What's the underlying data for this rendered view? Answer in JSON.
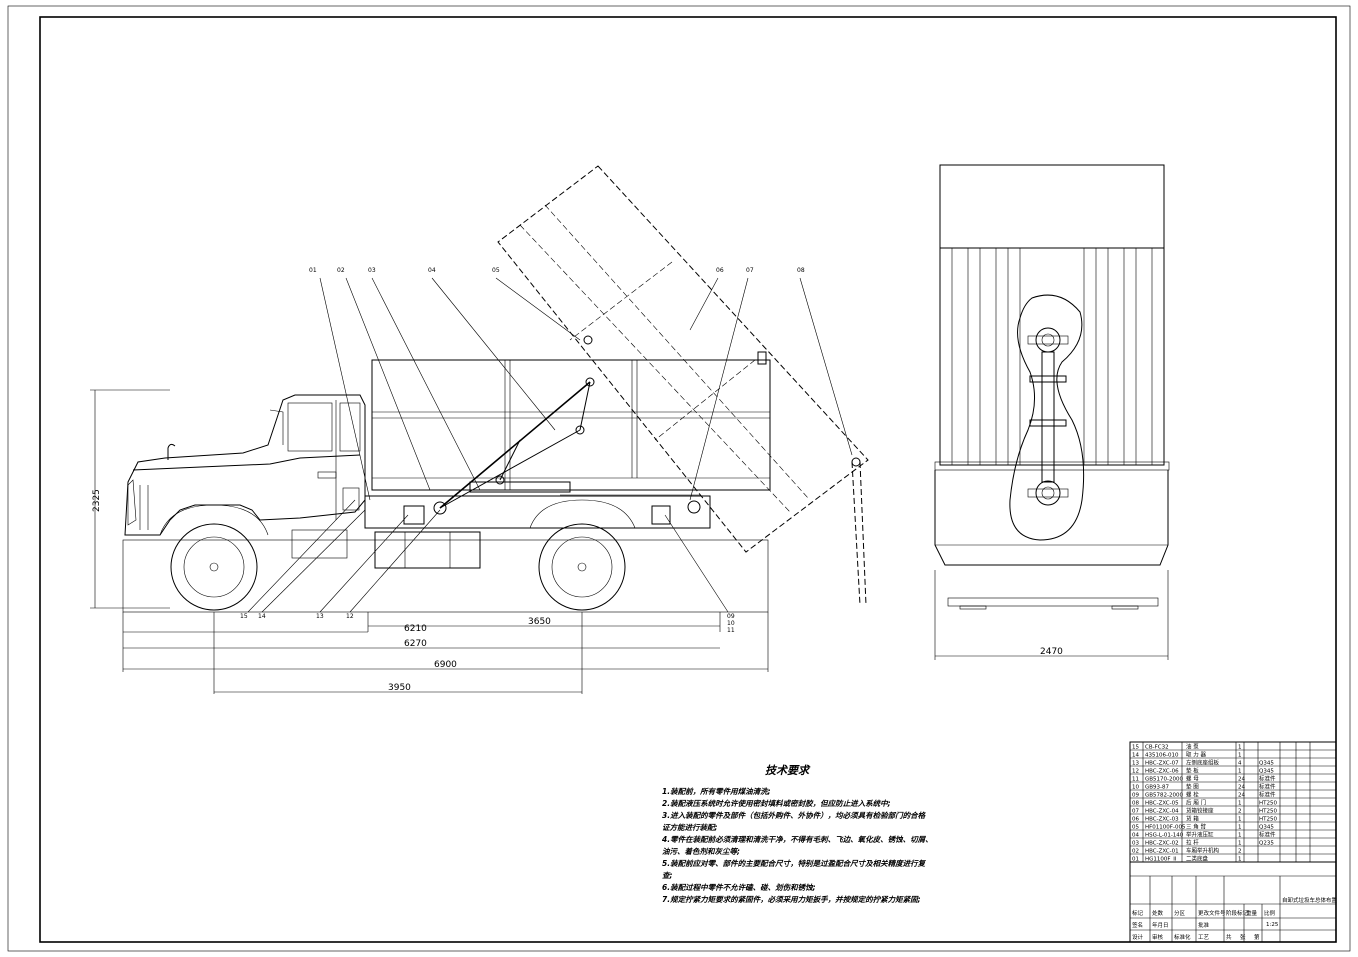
{
  "callouts": [
    "01",
    "02",
    "03",
    "04",
    "05",
    "06",
    "07",
    "08",
    "09",
    "10",
    "11",
    "12",
    "13",
    "14",
    "15"
  ],
  "dimensions": {
    "height": "2325",
    "d3650": "3650",
    "d6210": "6210",
    "d6270": "6270",
    "d6900": "6900",
    "d3950": "3950",
    "width": "2470"
  },
  "notes": {
    "title": "技术要求",
    "lines": [
      "1.装配前，所有零件用煤油清洗;",
      "2.装配液压系统时允许使用密封填料或密封胶，但应防止进入系统中;",
      "3.进入装配的零件及部件（包括外购件、外协件），均必须具有检验部门的合格",
      "证方能进行装配;",
      "4.零件在装配前必须清理和清洗干净，不得有毛刺、飞边、氧化皮、锈蚀、切屑、",
      "油污、着色剂和灰尘等;",
      "5.装配前应对零、部件的主要配合尺寸，特别是过盈配合尺寸及相关精度进行复",
      "查;",
      "6.装配过程中零件不允许磕、碰、划伤和锈蚀;",
      "7.规定拧紧力矩要求的紧固件，必须采用力矩扳手，并按规定的拧紧力矩紧固;"
    ]
  },
  "bom": [
    {
      "no": "15",
      "code": "CB-FC32",
      "name": "油 泵",
      "qty": "1",
      "mat": ""
    },
    {
      "no": "14",
      "code": "435106-010",
      "name": "取 力 器",
      "qty": "1",
      "mat": ""
    },
    {
      "no": "13",
      "code": "HBC-ZXC-07",
      "name": "左侧底座组板",
      "qty": "4",
      "mat": "Q345"
    },
    {
      "no": "12",
      "code": "HBC-ZXC-06",
      "name": "垫 板",
      "qty": "1",
      "mat": "Q345"
    },
    {
      "no": "11",
      "code": "GB5170-2000",
      "name": "螺 母",
      "qty": "24",
      "mat": "标准件"
    },
    {
      "no": "10",
      "code": "GB93-87",
      "name": "垫 圈",
      "qty": "24",
      "mat": "标准件"
    },
    {
      "no": "09",
      "code": "GB5782-2000",
      "name": "螺 栓",
      "qty": "24",
      "mat": "标准件"
    },
    {
      "no": "08",
      "code": "HBC-ZXC-05",
      "name": "后 厢 门",
      "qty": "1",
      "mat": "HT250"
    },
    {
      "no": "07",
      "code": "HBC-ZXC-04",
      "name": "货箱铰接座",
      "qty": "2",
      "mat": "HT250"
    },
    {
      "no": "06",
      "code": "HBC-ZXC-03",
      "name": "货 箱",
      "qty": "1",
      "mat": "HT250"
    },
    {
      "no": "05",
      "code": "HF01100F-005",
      "name": "三 角 臂",
      "qty": "1",
      "mat": "Q345"
    },
    {
      "no": "04",
      "code": "HSG-L-01-140",
      "name": "举升液压缸",
      "qty": "1",
      "mat": "标准件"
    },
    {
      "no": "03",
      "code": "HBC-ZXC-02",
      "name": "拉 杆",
      "qty": "1",
      "mat": "Q235"
    },
    {
      "no": "02",
      "code": "HBC-ZXC-01",
      "name": "车厢举升机构",
      "qty": "2",
      "mat": ""
    },
    {
      "no": "01",
      "code": "HG1100F_II",
      "name": "二类底盘",
      "qty": "1",
      "mat": ""
    }
  ],
  "title_block": {
    "drawing_title": "自卸式垃圾车总体布置",
    "scale": "1:25",
    "small": [
      "标记",
      "处数",
      "分区",
      "更改文件号",
      "签名",
      "年月日",
      "设计",
      "标准化",
      "审核",
      "工艺",
      "批准",
      "阶段标记",
      "重量",
      "比例",
      "共",
      "张",
      "第"
    ]
  }
}
